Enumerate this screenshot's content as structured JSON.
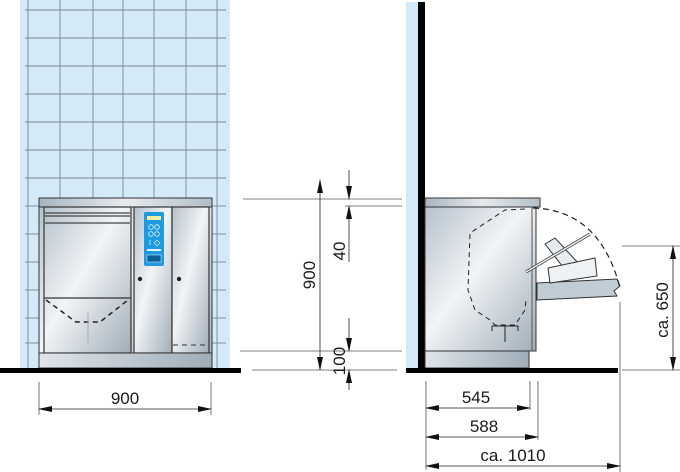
{
  "drawing": {
    "type": "technical dimension drawing",
    "views": [
      "front-view",
      "side-view"
    ]
  },
  "colors": {
    "wall_tile": "#d4eaf8",
    "tile_grout": "#5a6670",
    "floor": "#000000",
    "appliance_body_light": "#eef1f3",
    "appliance_body_dark": "#9aa8b3",
    "control_panel": "#1e9be0",
    "dimension_line": "#222222"
  },
  "front_view": {
    "width_label": "900"
  },
  "height_dimensions": {
    "total_height": "900",
    "top_clearance": "40",
    "plinth_height": "100"
  },
  "side_view": {
    "depth_body": "545",
    "depth_with_top": "588",
    "depth_door_open": "ca. 1010",
    "door_open_height": "ca. 650"
  }
}
